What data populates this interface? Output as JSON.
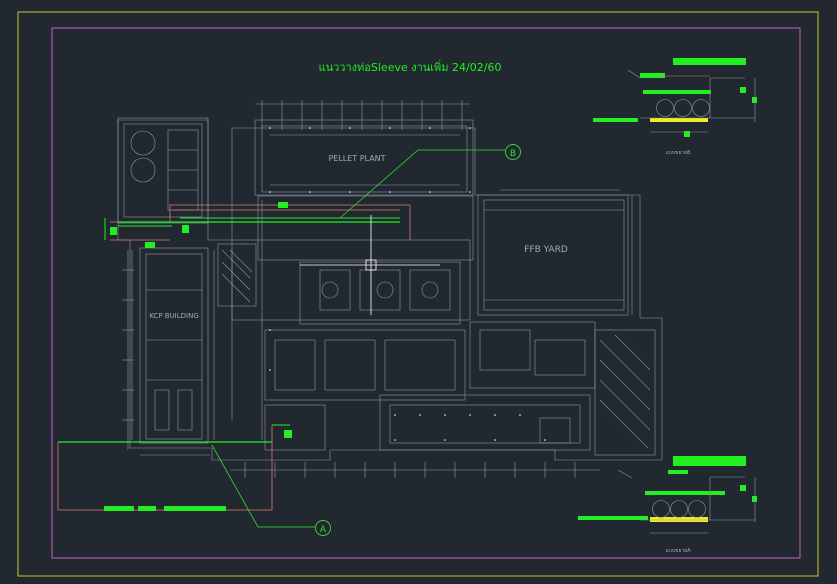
{
  "drawing": {
    "title": "แนววางท่อSleeve งานเพิ่ม 24/02/60",
    "areas": {
      "pellet_plant": "PELLET PLANT",
      "ffb_yard": "FFB YARD",
      "kcp_building": "KCP BUILDING"
    },
    "markers": {
      "a": "A",
      "b": "B"
    },
    "sections": {
      "section_b_caption": "แบบขยายB",
      "section_a_caption": "แบบขยายA"
    }
  },
  "colors": {
    "background": "#212830",
    "outer_frame": "#c8c82a",
    "inner_frame": "#c45fc4",
    "linework": "#8f97a1",
    "highlight": "#22ee22",
    "route": "#dd7777",
    "marker_line": "#33dd33"
  }
}
